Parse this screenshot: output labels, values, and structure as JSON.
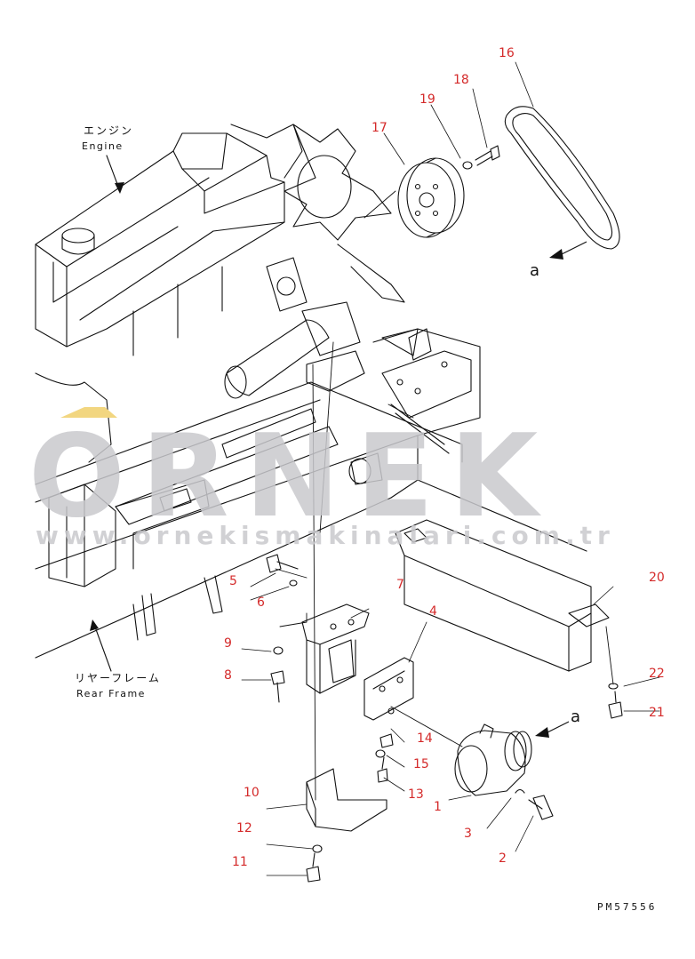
{
  "watermark": {
    "brand": "ORNEK",
    "url": "www.ornekismakinalari.com.tr"
  },
  "labels": {
    "engine_jp": "エンジン",
    "engine_en": "Engine",
    "rear_frame_jp": "リヤーフレーム",
    "rear_frame_en": "Rear Frame",
    "ref_a_top": "a",
    "ref_a_bottom": "a",
    "drawing_code": "PM57556"
  },
  "part_numbers": [
    "1",
    "2",
    "3",
    "4",
    "5",
    "6",
    "7",
    "8",
    "9",
    "10",
    "11",
    "12",
    "13",
    "14",
    "15",
    "16",
    "17",
    "18",
    "19",
    "20",
    "21",
    "22"
  ],
  "colors": {
    "part_number": "#d42a2a",
    "linework": "#111111",
    "watermark": "#c9c9cd",
    "accent_mark": "#f2d680"
  }
}
